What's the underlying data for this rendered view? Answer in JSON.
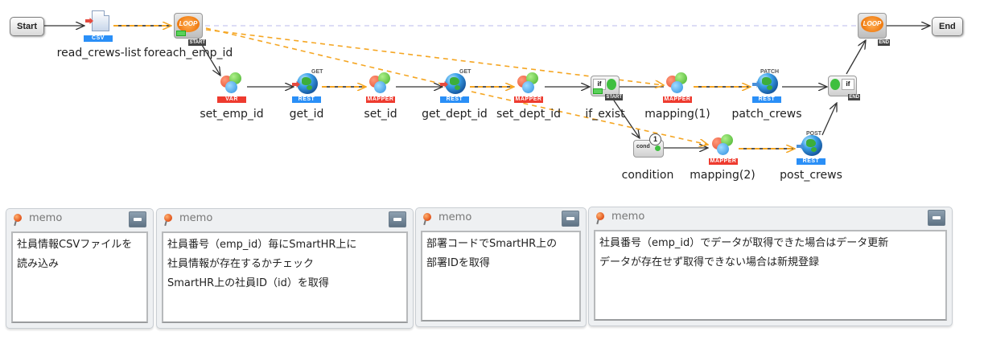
{
  "terminals": {
    "start": "Start",
    "end": "End"
  },
  "nodes": {
    "read_crews_list": {
      "label": "read_crews-list",
      "tag": "CSV"
    },
    "foreach_emp_id": {
      "label": "foreach_emp_id",
      "icon_text": "LOOP",
      "corner": "START"
    },
    "loop_end": {
      "icon_text": "LOOP",
      "corner": "END"
    },
    "set_emp_id": {
      "label": "set_emp_id",
      "tag": "VAR"
    },
    "get_id": {
      "label": "get_id",
      "tag": "REST",
      "method": "GET"
    },
    "set_id": {
      "label": "set_id",
      "tag": "MAPPER"
    },
    "get_dept_id": {
      "label": "get_dept_id",
      "tag": "REST",
      "method": "GET"
    },
    "set_dept_id": {
      "label": "set_dept_id",
      "tag": "MAPPER"
    },
    "if_exist": {
      "label": "if_exist",
      "icon_text": "if",
      "corner": "START"
    },
    "mapping1": {
      "label": "mapping(1)",
      "tag": "MAPPER"
    },
    "patch_crews": {
      "label": "patch_crews",
      "tag": "REST",
      "method": "PATCH"
    },
    "if_end": {
      "icon_text": "if",
      "corner": "END"
    },
    "condition": {
      "label": "condition",
      "icon_text": "cond",
      "badge": "1"
    },
    "mapping2": {
      "label": "mapping(2)",
      "tag": "MAPPER"
    },
    "post_crews": {
      "label": "post_crews",
      "tag": "REST",
      "method": "POST"
    }
  },
  "memos": [
    {
      "title": "memo",
      "text": "社員情報CSVファイルを\n読み込み"
    },
    {
      "title": "memo",
      "text": "社員番号（emp_id）毎にSmartHR上に\n社員情報が存在するかチェック\nSmartHR上の社員ID（id）を取得"
    },
    {
      "title": "memo",
      "text": "部署コードでSmartHR上の\n部署IDを取得"
    },
    {
      "title": "memo",
      "text": "社員番号（emp_id）でデータが取得できた場合はデータ更新\nデータが存在せず取得できない場合は新規登録"
    }
  ],
  "colors": {
    "flow_line": "#333333",
    "data_line": "#f5a623",
    "loop_line": "#c8c8f0",
    "rest_tag": "#2a8ff7",
    "mapper_tag": "#ee3b2f"
  }
}
